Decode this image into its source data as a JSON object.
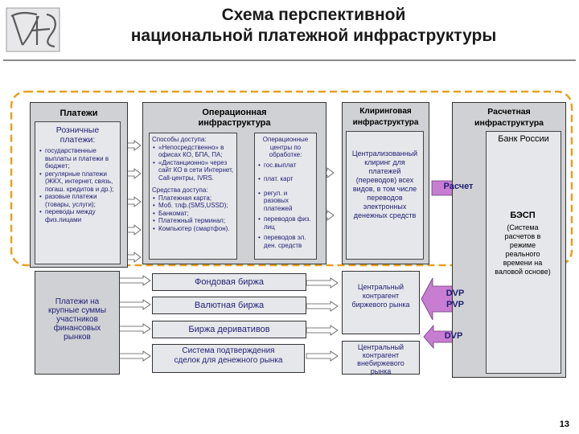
{
  "slide": {
    "title_line1": "Схема перспективной",
    "title_line2": "национальной платежной инфраструктуры",
    "page_number": "13"
  },
  "columns": {
    "payments": {
      "header": "Платежи",
      "retail_title": "Розничные платежи:",
      "retail_items": [
        "государственные выплаты и платежи в бюджет;",
        "регулярные платежи (ЖКХ, интернет, связь, погаш. кредитов и др.);",
        "разовые платежи (товары, услуги);",
        "переводы между физ.лицами"
      ],
      "large_text": "Платежи на крупные суммы участников финансовых рынков"
    },
    "operational": {
      "header": "Операционная инфраструктура",
      "methods_title": "Способы доступа:",
      "methods_items": [
        "«Непосредственно» в офисах КО, БПА, ПА;",
        "«Дистанционно» через сайт КО в сети Интернет, Call-центры, IVRS."
      ],
      "means_title": "Средства доступа:",
      "means_items": [
        "Платежная карта;",
        "Моб. тлф.(SMS,USSD);",
        "Банкомат;",
        "Платежный терминал;",
        "Компьютер (смартфон)."
      ],
      "centers_title": "Операционные центры по обработке:",
      "centers_items": [
        "гос.выплат",
        "плат. карт",
        "регул. и разовых платежей",
        "переводов физ. лиц",
        "переводов эл. ден. средств"
      ],
      "markets": [
        "Фондовая биржа",
        "Валютная биржа",
        "Биржа деривативов",
        "Система подтверждения сделок для денежного рынка"
      ]
    },
    "clearing": {
      "header": "Клиринговая инфраструктура",
      "centralized_text": "Централизованный клиринг для платежей (переводов) всех видов, в том числе переводов электронных денежных средств",
      "ccp_exchange": "Центральный контрагент биржевого рынка",
      "ccp_otc": "Центральный контрагент внебиржевого рынка"
    },
    "settlement": {
      "header": "Расчетная инфраструктура",
      "bank_name": "Банк России",
      "besp_title": "БЭСП",
      "besp_desc": "(Система расчетов в режиме реального времени на валовой основе)"
    }
  },
  "arrows": {
    "settlement_label": "Расчет",
    "dvp_pvp_line1": "DVP",
    "dvp_pvp_line2": "PVP",
    "dvp_label": "DVP"
  },
  "colors": {
    "column_bg": "#cfd1d4",
    "inner_bg": "#e6e7ea",
    "arrow_fill": "#c77dd2",
    "dashed_border": "#e8a020",
    "text_blue": "#1f1f75"
  },
  "icons": [
    "logo-monogram",
    "arrow-right",
    "double-arrow"
  ]
}
